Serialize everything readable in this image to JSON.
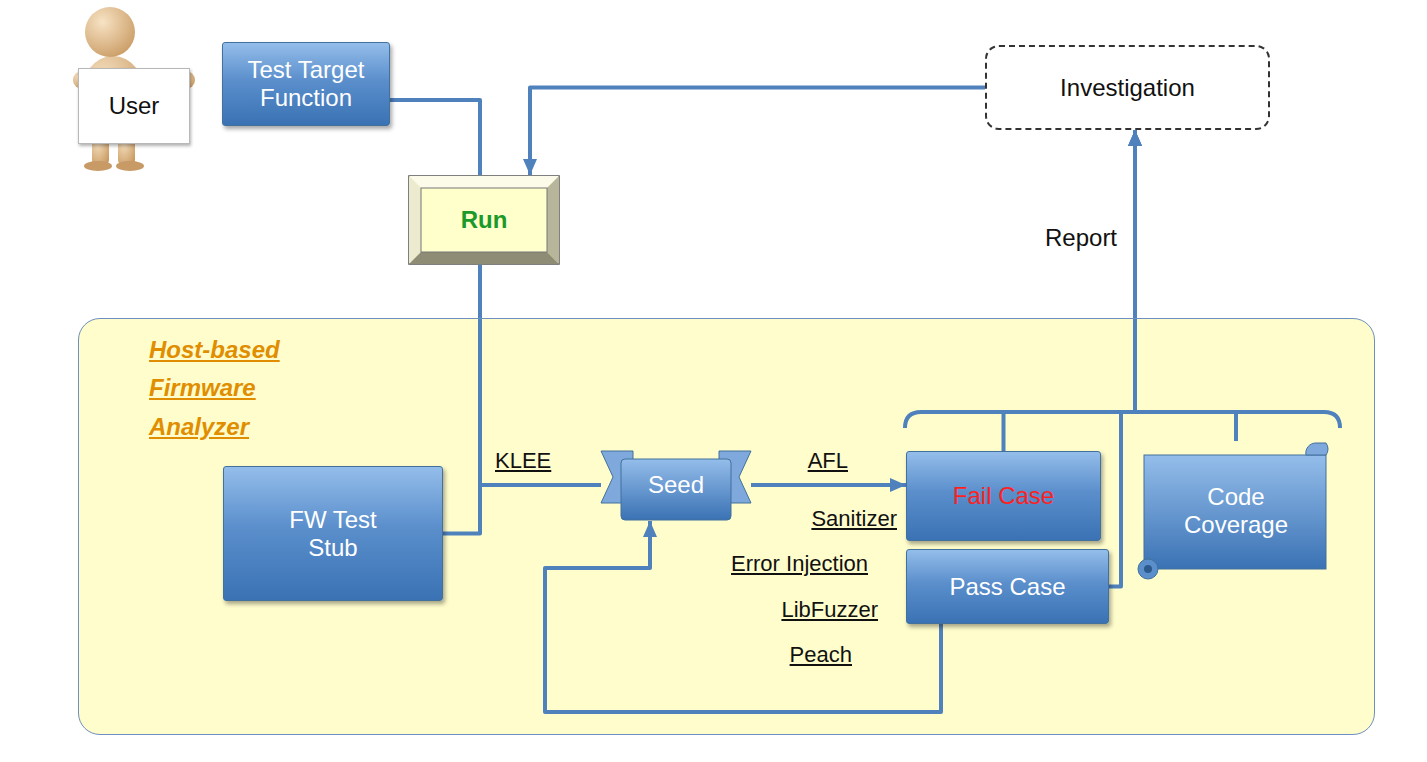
{
  "diagram": {
    "nodes": [
      {
        "text": [
          "User"
        ]
      },
      {
        "text": [
          "Test Target Function"
        ]
      },
      {
        "text": [
          "Run"
        ]
      },
      {
        "text": [
          "Investigation"
        ]
      },
      {
        "text": [
          "Host-based Firmware Analyzer"
        ]
      },
      {
        "text": [
          "FW Test Stub"
        ],
        "in": 4
      },
      {
        "text": [
          "Seed"
        ],
        "in": 4
      },
      {
        "text": [
          "Fail Case"
        ],
        "in": 4
      },
      {
        "text": [
          "Pass Case"
        ],
        "in": 4
      },
      {
        "text": [
          "Code Coverage"
        ],
        "in": 4
      }
    ],
    "edges": [
      {
        "from": 1,
        "to": 2,
        "arrow": "none"
      },
      {
        "from": 3,
        "to": 2,
        "arrow": "to"
      },
      {
        "from": 2,
        "to": 6,
        "arrow": "none"
      },
      {
        "from": 5,
        "to": 6,
        "arrow": "none"
      },
      {
        "from": 6,
        "to": 7,
        "arrow": "to"
      },
      {
        "from": 7,
        "to": 3,
        "arrow": "to"
      },
      {
        "from": 8,
        "to": 3,
        "arrow": "to"
      },
      {
        "from": 9,
        "to": 3,
        "arrow": "to"
      },
      {
        "from": 8,
        "to": 6,
        "arrow": "to"
      }
    ],
    "labels": [
      "Report",
      "KLEE",
      "AFL",
      "Sanitizer",
      "Error Injection",
      "LibFuzzer",
      "Peach"
    ]
  }
}
